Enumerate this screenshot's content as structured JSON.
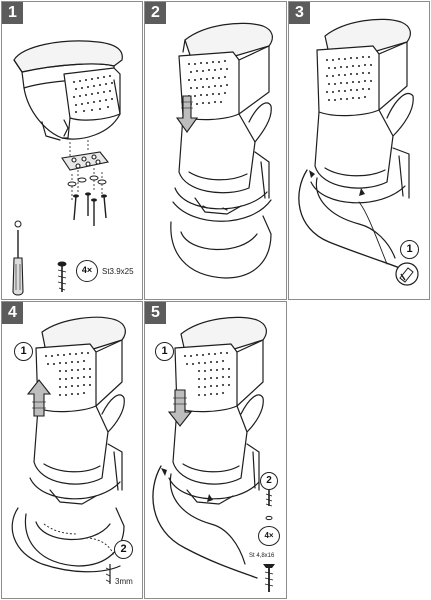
{
  "panels": [
    {
      "number": "1"
    },
    {
      "number": "2"
    },
    {
      "number": "3",
      "callout": "1"
    },
    {
      "number": "4",
      "callout_top": "1",
      "callout_bottom": "2",
      "measurement": "3mm"
    },
    {
      "number": "5",
      "callout_top": "1",
      "callout_right": "2",
      "screw_multiplier": "4×",
      "screw_label": "St 4,8x16"
    }
  ],
  "hardware": {
    "screw_count": "4×",
    "screw_spec": "St3.9x25"
  },
  "colors": {
    "badge": "#5c5c5c",
    "frame": "#8d8d8d",
    "line": "#1e1e1e",
    "shade": "#d2d2d2"
  }
}
